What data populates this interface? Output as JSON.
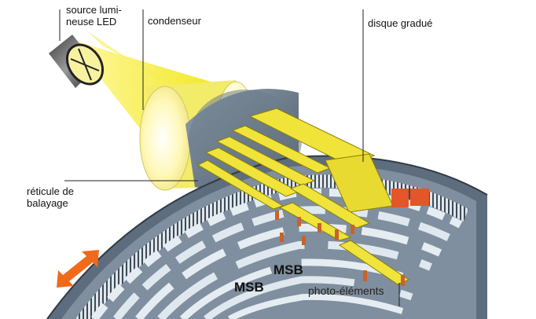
{
  "labels": {
    "source": "source lumi-\nneuse LED",
    "condenser": "condenseur",
    "disk": "disque gradué",
    "reticle": "réticule de\nbalayage",
    "msb_upper": "MSB",
    "msb_lower": "MSB",
    "photo": "photo-éléments"
  },
  "colors": {
    "beam": "#f2ea2a",
    "slit": "#e0d000",
    "disk_face": "#5f6f80",
    "disk_rim": "#8c9bab",
    "track_light": "#e6eef3",
    "track_dark": "#4e5e6e",
    "sensor": "#c9622a",
    "arrow": "#f06a1c"
  },
  "icons": {
    "motion": "double-arrow-icon"
  }
}
